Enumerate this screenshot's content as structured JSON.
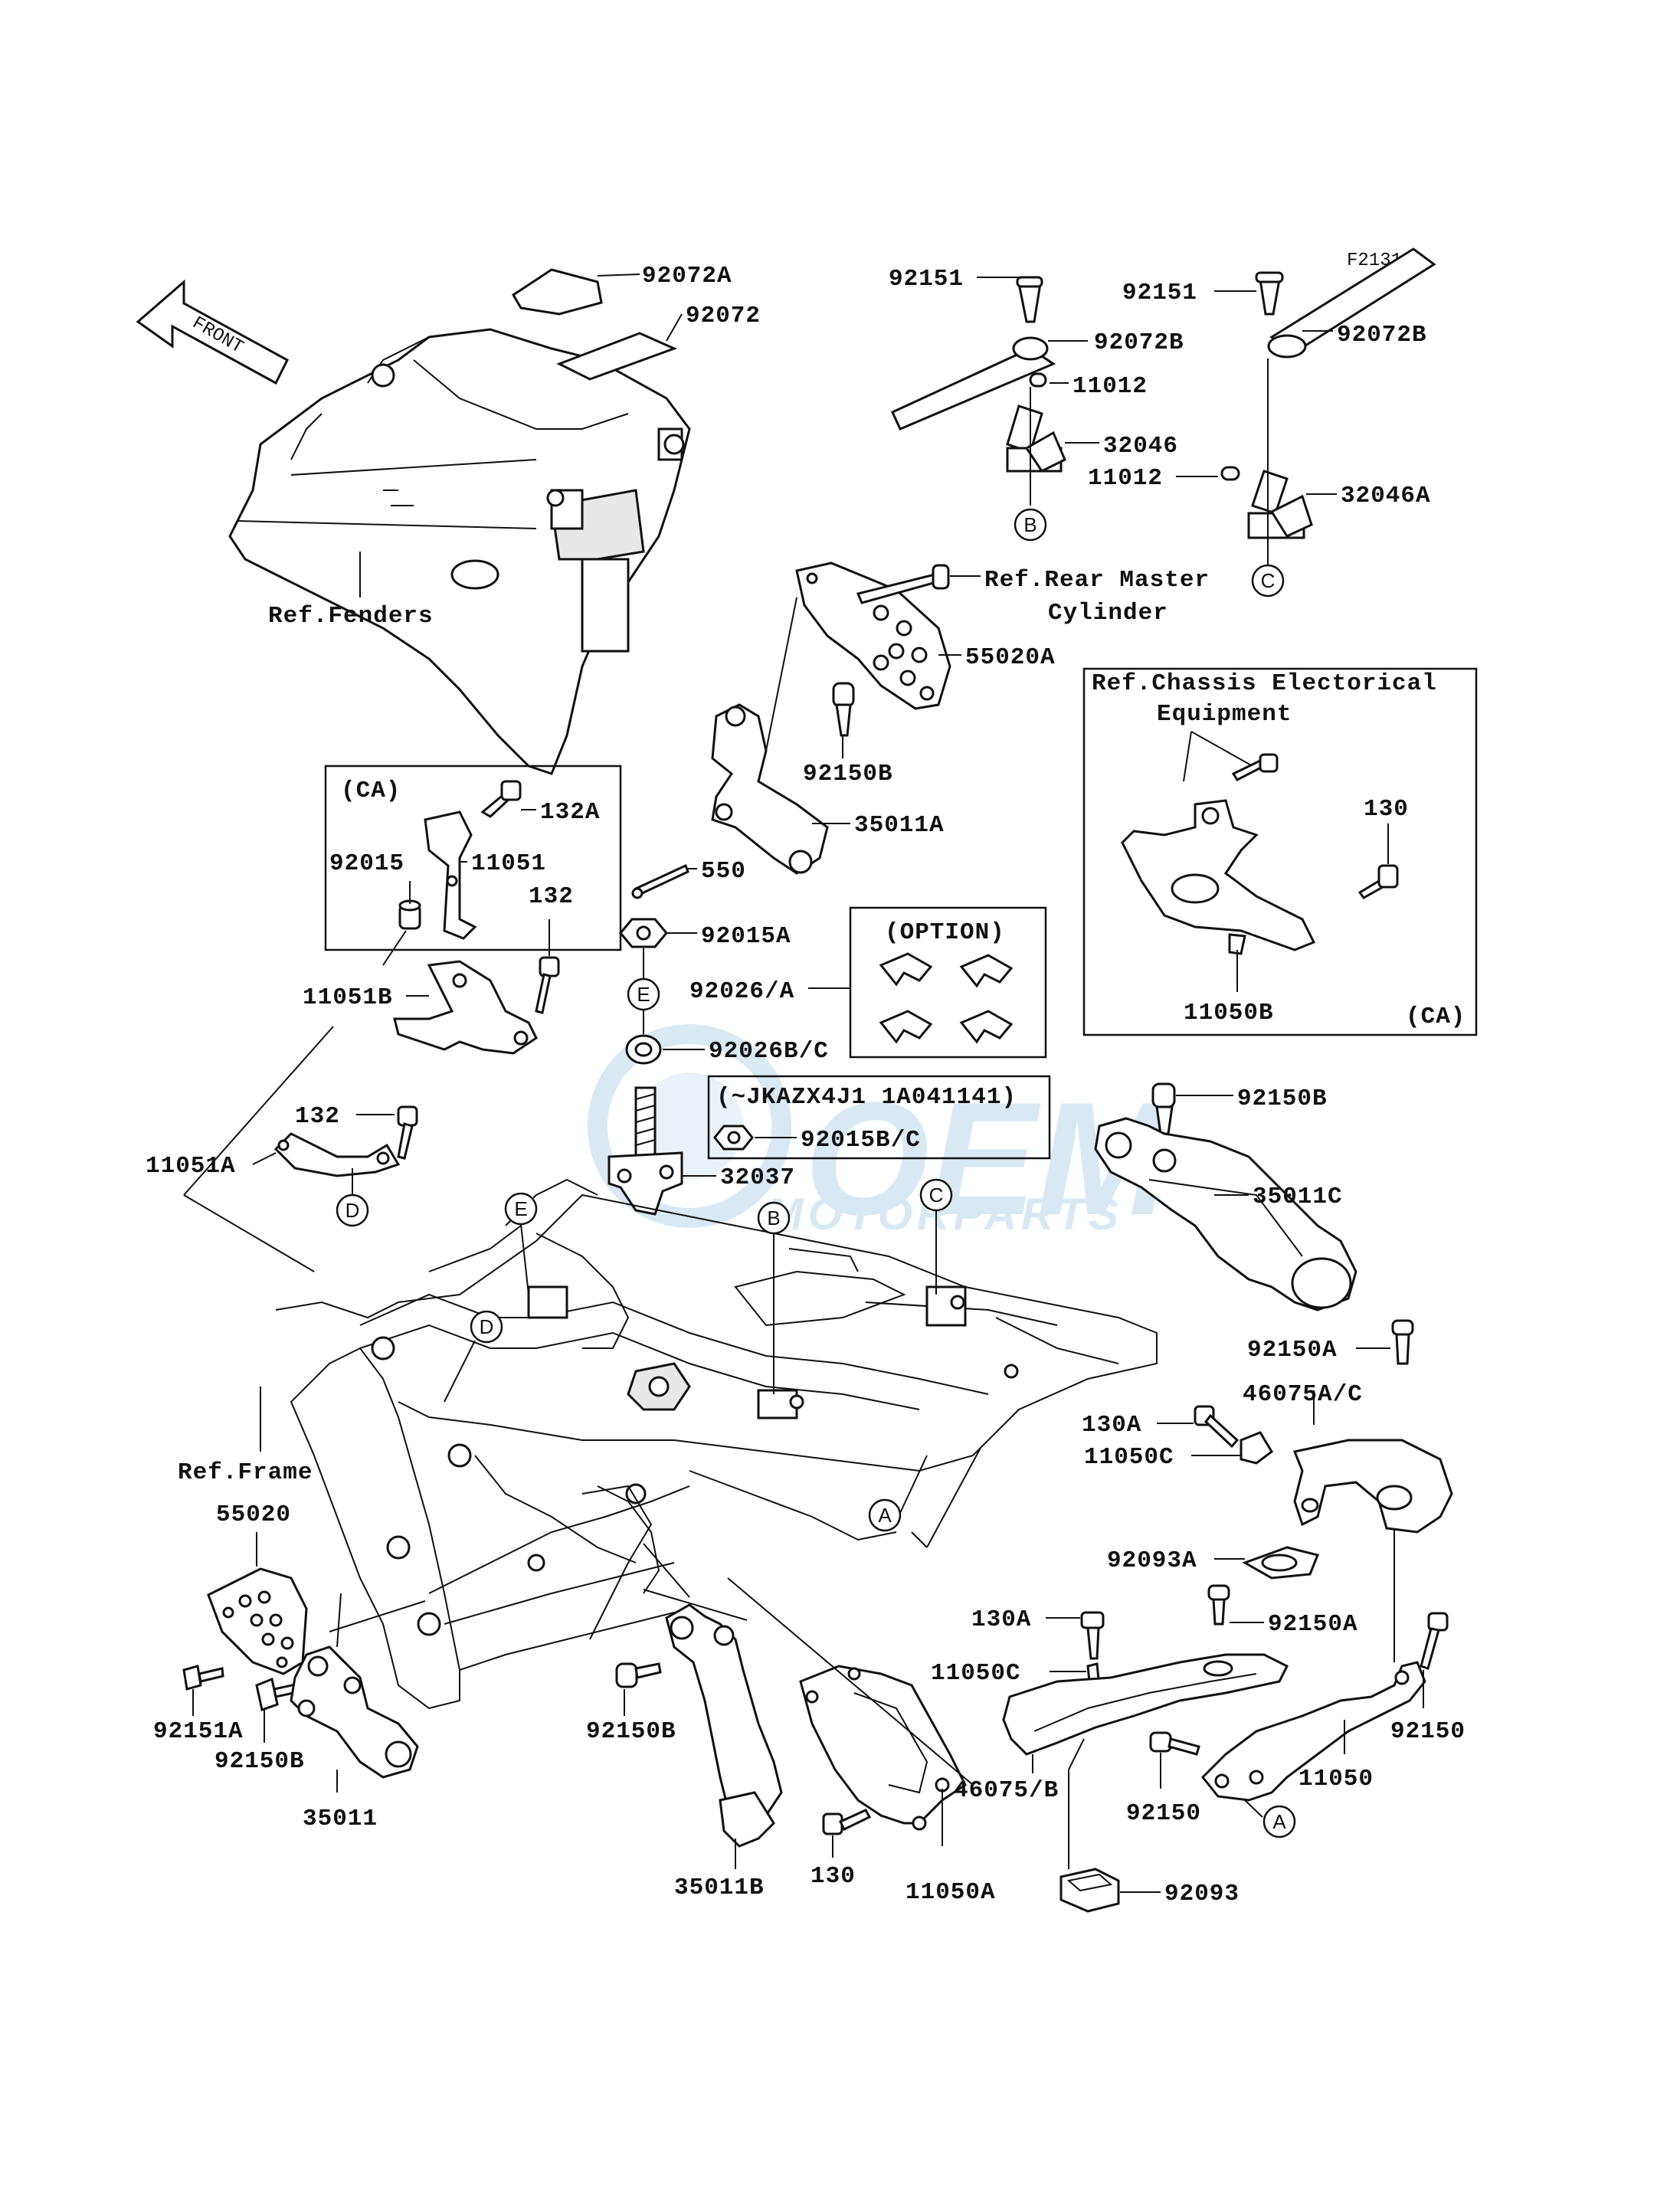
{
  "figure_code": "F2131",
  "front_label": "FRONT",
  "watermark": {
    "brand": "OEM",
    "sub": "MOTORPARTS"
  },
  "circle_markers": [
    "A",
    "B",
    "C",
    "D",
    "E"
  ],
  "labels": {
    "p92072A": "92072A",
    "p92072": "92072",
    "p92151_left": "92151",
    "p92072B_left": "92072B",
    "p11012_left": "11012",
    "p32046": "32046",
    "p92151_right": "92151",
    "p92072B_right": "92072B",
    "p11012_right": "11012",
    "p32046A": "32046A",
    "ref_fenders": "Ref.Fenders",
    "ref_rear_master_1": "Ref.Rear Master",
    "ref_rear_master_2": "Cylinder",
    "p55020A": "55020A",
    "p92150B_top": "92150B",
    "p35011A": "35011A",
    "p550": "550",
    "p92015A": "92015A",
    "ca_box_label": "(CA)",
    "p132A": "132A",
    "p92015": "92015",
    "p11051": "11051",
    "p132_a": "132",
    "p11051B": "11051B",
    "p132_b": "132",
    "p11051A": "11051A",
    "option_label": "(OPTION)",
    "p92026A": "92026/A",
    "p92026BC": "92026B/C",
    "serial_note": "(~JKAZX4J1 1A041141)",
    "p92015BC": "92015B/C",
    "p32037": "32037",
    "ref_chassis_1": "Ref.Chassis Electorical",
    "ref_chassis_2": "Equipment",
    "p130_box": "130",
    "p11050B": "11050B",
    "ca_box2_label": "(CA)",
    "p92150B_r": "92150B",
    "p35011C": "35011C",
    "p92150A_top": "92150A",
    "p46075AC": "46075A/C",
    "p130A_a": "130A",
    "p11050C_a": "11050C",
    "p92093A": "92093A",
    "ref_frame": "Ref.Frame",
    "p55020": "55020",
    "p92151A": "92151A",
    "p92150B_l": "92150B",
    "p35011": "35011",
    "p92150B_mid": "92150B",
    "p35011B": "35011B",
    "p130_bot": "130",
    "p11050A": "11050A",
    "p130A_b": "130A",
    "p11050C_b": "11050C",
    "p92150A_bot": "92150A",
    "p92150_r": "92150",
    "p46075B": "46075/B",
    "p92150_b": "92150",
    "p11050": "11050",
    "p92093": "92093"
  }
}
